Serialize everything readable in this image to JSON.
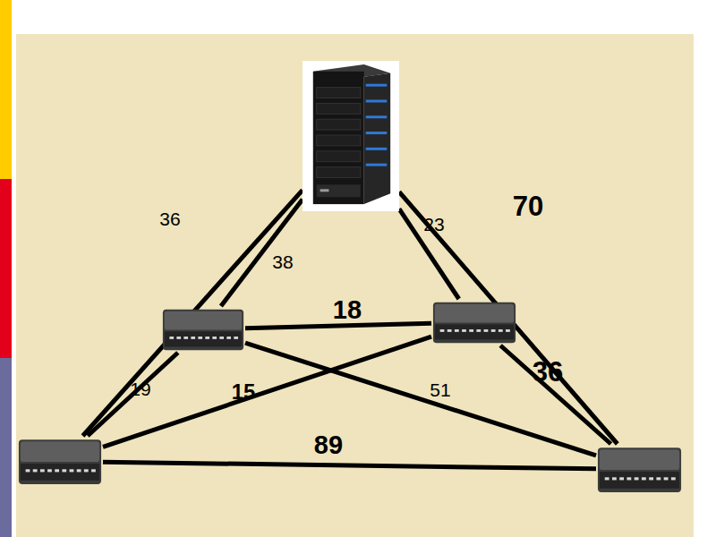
{
  "diagram": {
    "nodes": [
      {
        "text": []
      },
      {
        "text": []
      },
      {
        "text": []
      },
      {
        "text": []
      },
      {
        "text": []
      }
    ],
    "edges": [
      {
        "from": 0,
        "to": 3,
        "label": "36",
        "arrow": "none"
      },
      {
        "from": 0,
        "to": 1,
        "label": "38",
        "arrow": "none"
      },
      {
        "from": 0,
        "to": 2,
        "label": "23",
        "arrow": "none"
      },
      {
        "from": 0,
        "to": 4,
        "label": "70",
        "arrow": "none"
      },
      {
        "from": 1,
        "to": 2,
        "label": "18",
        "arrow": "none"
      },
      {
        "from": 1,
        "to": 3,
        "label": "19",
        "arrow": "none"
      },
      {
        "from": 2,
        "to": 3,
        "label": "15",
        "arrow": "none"
      },
      {
        "from": 1,
        "to": 4,
        "label": "51",
        "arrow": "none"
      },
      {
        "from": 2,
        "to": 4,
        "label": "36",
        "arrow": "none"
      },
      {
        "from": 3,
        "to": 4,
        "label": "89",
        "arrow": "none"
      }
    ]
  }
}
